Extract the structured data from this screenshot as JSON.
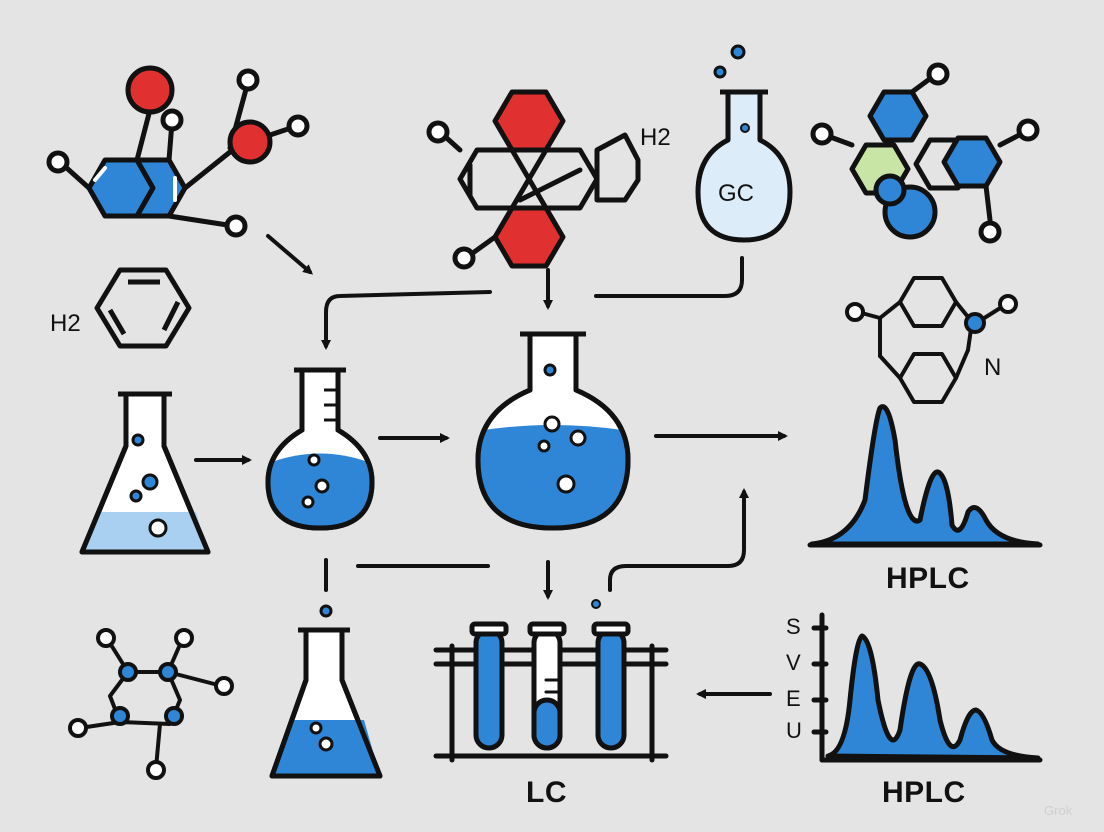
{
  "labels": {
    "h2_top": "H2",
    "h2_left": "H2",
    "gc": "GC",
    "n": "N",
    "hplc_top": "HPLC",
    "hplc_bottom": "HPLC",
    "lc": "LC",
    "axis_s": "S",
    "axis_v": "V",
    "axis_e": "E",
    "axis_u": "U",
    "watermark": "Grok"
  },
  "colors": {
    "background": "#e4e4e4",
    "stroke": "#111111",
    "blue": "#2f86d6",
    "light_blue": "#a9d0f0",
    "red": "#e03030",
    "green": "#c9e5a6",
    "flask_tint": "#dcecf8"
  },
  "icons": [
    "molecule-icon",
    "flask-icon",
    "beaker-icon",
    "test-tube-rack-icon",
    "chromatogram-icon",
    "arrow-icon",
    "benzene-icon"
  ]
}
